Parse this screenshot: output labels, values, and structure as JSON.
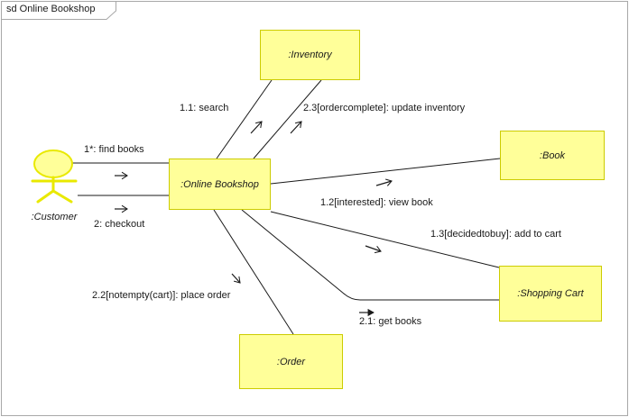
{
  "frame": {
    "title": "sd Online Bookshop"
  },
  "colors": {
    "background": "#ffffff",
    "frame_border": "#a8a8a8",
    "line": "#1a1a1a",
    "node_fill": "#ffff99",
    "node_border": "#cccc00",
    "actor_stroke": "#e9e900"
  },
  "actor": {
    "label": ":Customer"
  },
  "nodes": [
    {
      "id": "inventory",
      "label": ":Inventory"
    },
    {
      "id": "online-bookshop",
      "label": ":Online Bookshop"
    },
    {
      "id": "book",
      "label": ":Book"
    },
    {
      "id": "shopping-cart",
      "label": ":Shopping Cart"
    },
    {
      "id": "order",
      "label": ":Order"
    }
  ],
  "messages": [
    {
      "id": "find-books",
      "label": "1*: find books"
    },
    {
      "id": "checkout",
      "label": "2: checkout"
    },
    {
      "id": "search",
      "label": "1.1: search"
    },
    {
      "id": "update-inventory",
      "label": "2.3[ordercomplete]: update inventory"
    },
    {
      "id": "view-book",
      "label": "1.2[interested]: view book"
    },
    {
      "id": "add-to-cart",
      "label": "1.3[decidedtobuy]: add to cart"
    },
    {
      "id": "get-books",
      "label": "2.1: get books"
    },
    {
      "id": "place-order",
      "label": "2.2[notempty(cart)]: place order"
    }
  ]
}
